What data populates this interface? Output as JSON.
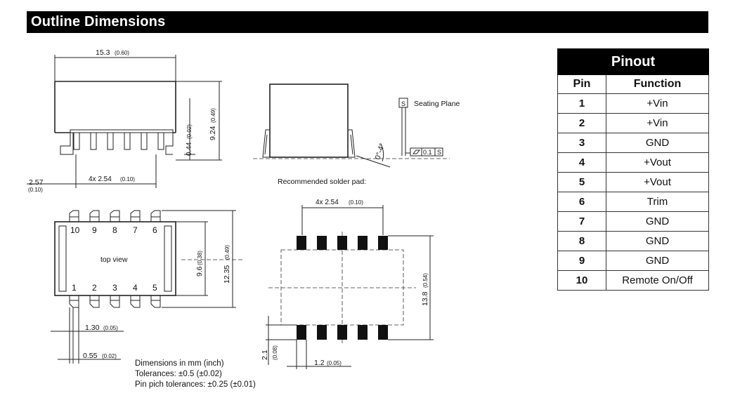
{
  "header": {
    "title": "Outline Dimensions"
  },
  "drawing": {
    "side": {
      "width": "15.3",
      "width_in": "(0.60)",
      "pitch": "4x 2.54",
      "pitch_in": "(0.10)",
      "lead_offset": "2.57",
      "lead_offset_in": "(0.10)",
      "standoff": "0.44",
      "standoff_in": "(0.02)",
      "height": "9.24",
      "height_in": "(0.49)"
    },
    "end": {
      "seating_label": "Seating Plane",
      "seating_ref": "S",
      "angle": "0°-4°",
      "flatness": "0.1",
      "flatness_ref": "S"
    },
    "solder": {
      "caption": "Recommended solder pad:",
      "pitch": "4x 2.54",
      "pitch_in": "(0.10)",
      "span": "13.8",
      "span_in": "(0.54)",
      "pad_len": "2.1",
      "pad_len_in": "(0.08)",
      "pad_w": "1.2",
      "pad_w_in": "(0.05)"
    },
    "top": {
      "label": "top view",
      "pins_top": [
        "10",
        "9",
        "8",
        "7",
        "6"
      ],
      "pins_bottom": [
        "1",
        "2",
        "3",
        "4",
        "5"
      ],
      "body_w": "9.6",
      "body_w_in": "(0.38)",
      "overall": "12.35",
      "overall_in": "(0.49)",
      "lead_pitch": "1.30",
      "lead_pitch_in": "(0.05)",
      "lead_w": "0.55",
      "lead_w_in": "(0.02)"
    }
  },
  "notes": {
    "line1": "Dimensions in mm (inch)",
    "line2": "Tolerances: ±0.5 (±0.02)",
    "line3": "Pin pich tolerances: ±0.25 (±0.01)"
  },
  "pinout": {
    "title": "Pinout",
    "col_pin": "Pin",
    "col_function": "Function",
    "rows": [
      {
        "pin": "1",
        "function": "+Vin"
      },
      {
        "pin": "2",
        "function": "+Vin"
      },
      {
        "pin": "3",
        "function": "GND"
      },
      {
        "pin": "4",
        "function": "+Vout"
      },
      {
        "pin": "5",
        "function": "+Vout"
      },
      {
        "pin": "6",
        "function": "Trim"
      },
      {
        "pin": "7",
        "function": "GND"
      },
      {
        "pin": "8",
        "function": "GND"
      },
      {
        "pin": "9",
        "function": "GND"
      },
      {
        "pin": "10",
        "function": "Remote On/Off"
      }
    ]
  }
}
